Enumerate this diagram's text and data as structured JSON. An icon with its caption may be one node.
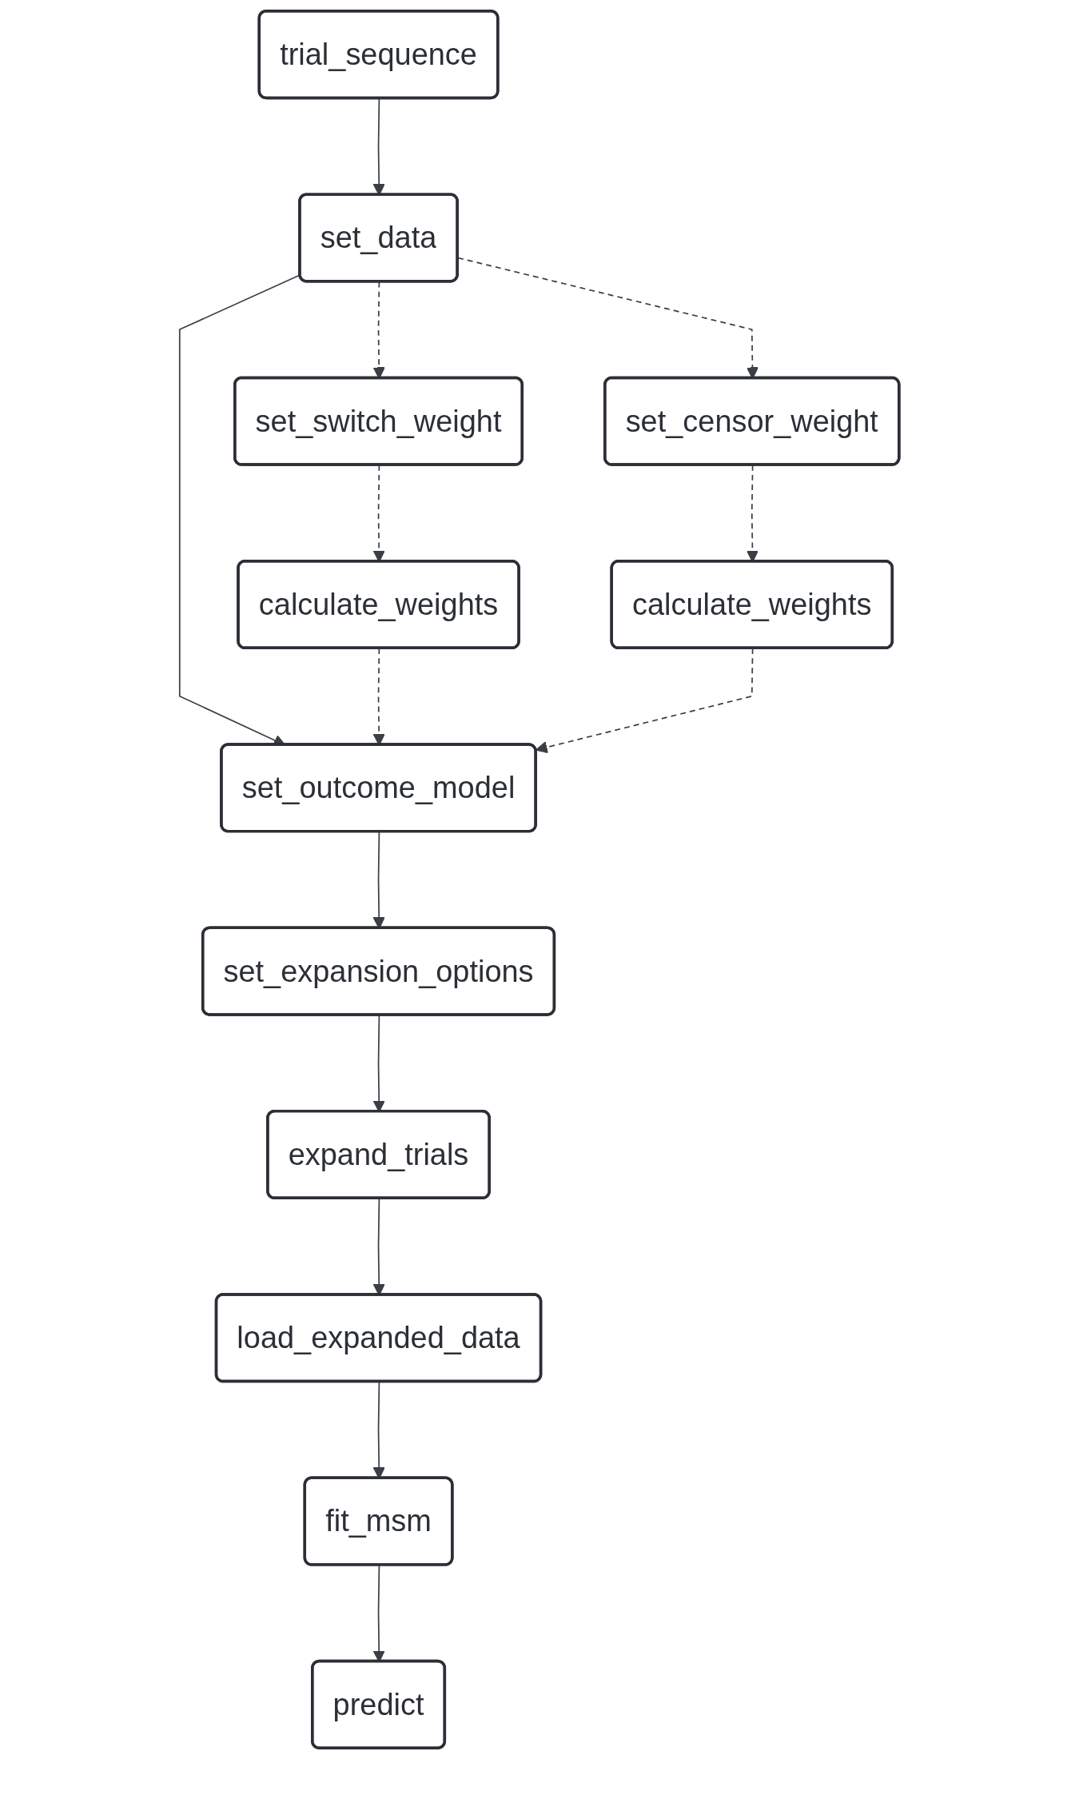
{
  "diagram": {
    "nodes": [
      {
        "text": [
          "trial_sequence"
        ]
      },
      {
        "text": [
          "set_data"
        ]
      },
      {
        "text": [
          "set_switch_weight"
        ]
      },
      {
        "text": [
          "set_censor_weight"
        ]
      },
      {
        "text": [
          "calculate_weights"
        ]
      },
      {
        "text": [
          "calculate_weights"
        ]
      },
      {
        "text": [
          "set_outcome_model"
        ]
      },
      {
        "text": [
          "set_expansion_options"
        ]
      },
      {
        "text": [
          "expand_trials"
        ]
      },
      {
        "text": [
          "load_expanded_data"
        ]
      },
      {
        "text": [
          "fit_msm"
        ]
      },
      {
        "text": [
          "predict"
        ]
      }
    ],
    "edges": [
      {
        "from": 0,
        "to": 1,
        "arrow": "to"
      },
      {
        "from": 1,
        "to": 2,
        "arrow": "to",
        "style": "dashed"
      },
      {
        "from": 1,
        "to": 6,
        "arrow": "to"
      },
      {
        "from": 1,
        "to": 3,
        "arrow": "to",
        "style": "dashed"
      },
      {
        "from": 2,
        "to": 4,
        "arrow": "to",
        "style": "dashed"
      },
      {
        "from": 3,
        "to": 5,
        "arrow": "to",
        "style": "dashed"
      },
      {
        "from": 4,
        "to": 6,
        "arrow": "to",
        "style": "dashed"
      },
      {
        "from": 5,
        "to": 6,
        "arrow": "to",
        "style": "dashed"
      },
      {
        "from": 6,
        "to": 7,
        "arrow": "to"
      },
      {
        "from": 7,
        "to": 8,
        "arrow": "to"
      },
      {
        "from": 8,
        "to": 9,
        "arrow": "to"
      },
      {
        "from": 9,
        "to": 10,
        "arrow": "to"
      },
      {
        "from": 10,
        "to": 11,
        "arrow": "to"
      }
    ]
  }
}
